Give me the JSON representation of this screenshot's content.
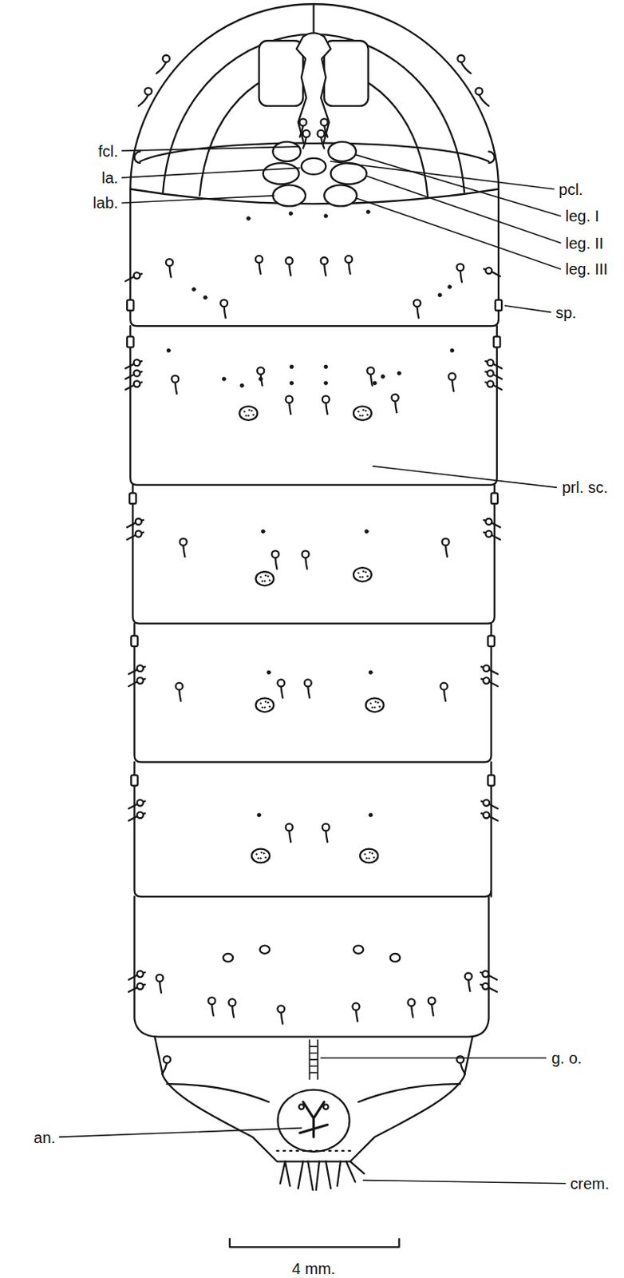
{
  "diagram": {
    "labels": [
      "fcl.",
      "la.",
      "lab.",
      "pcl.",
      "leg. I",
      "leg. II",
      "leg. III",
      "sp.",
      "prl. sc.",
      "g. o.",
      "an.",
      "crem.",
      "4 mm."
    ]
  }
}
